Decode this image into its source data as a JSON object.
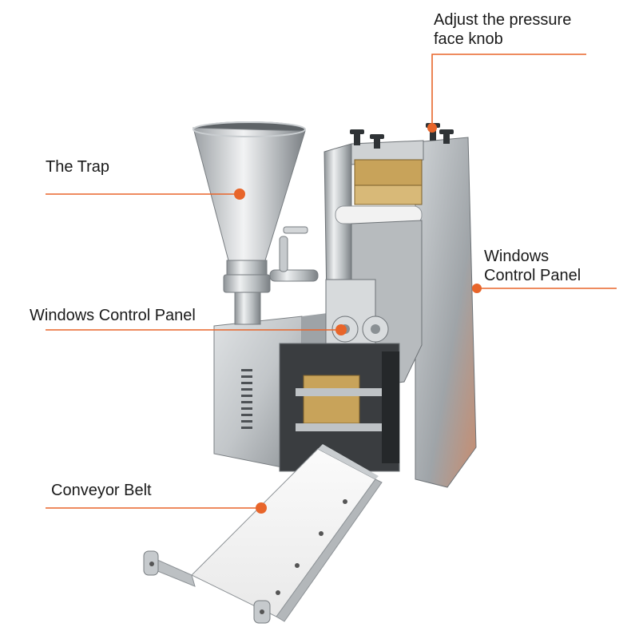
{
  "colors": {
    "leader": "#e8652a",
    "steel_light": "#e6e8ea",
    "steel_mid": "#b9bdc1",
    "steel_dark": "#6e7377",
    "belt": "#f4f4f4",
    "brass": "#c8a35a"
  },
  "callouts": {
    "pressure_knob": {
      "line1": "Adjust the pressure",
      "line2": "face knob"
    },
    "trap": {
      "text": "The Trap"
    },
    "panel_right": {
      "line1": "Windows",
      "line2": "Control Panel"
    },
    "panel_left": {
      "text": "Windows Control Panel"
    },
    "conveyor": {
      "text": "Conveyor Belt"
    }
  }
}
